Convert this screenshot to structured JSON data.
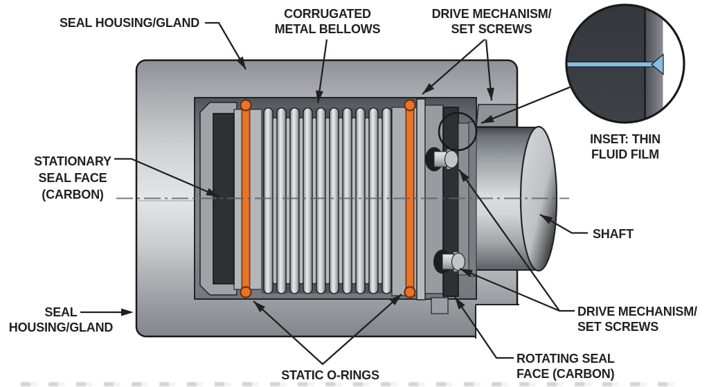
{
  "figure": {
    "type": "technical cross-section diagram",
    "subject": "Metal bellows mechanical seal on a rotating shaft"
  },
  "labels": {
    "seal_housing_top": {
      "text": "SEAL HOUSING/GLAND"
    },
    "corrugated_bellows": {
      "line1": "CORRUGATED",
      "line2": "METAL BELLOWS"
    },
    "drive_top": {
      "line1": "DRIVE MECHANISM/",
      "line2": "SET SCREWS"
    },
    "inset_caption": {
      "line1": "INSET: THIN",
      "line2": "FLUID FILM"
    },
    "stationary_face": {
      "line1": "STATIONARY",
      "line2": "SEAL FACE",
      "line3": "(CARBON)"
    },
    "shaft": {
      "text": "SHAFT"
    },
    "drive_bottom": {
      "line1": "DRIVE MECHANISM/",
      "line2": "SET SCREWS"
    },
    "rotating_face": {
      "line1": "ROTATING SEAL",
      "line2": "FACE (CARBON)"
    },
    "seal_housing_bottom": {
      "line1": "SEAL",
      "line2": "HOUSING/GLAND"
    },
    "static_orings": {
      "text": "STATIC O-RINGS"
    }
  },
  "colors": {
    "oring_orange": "#e8742a",
    "oring_outline": "#7c3a10",
    "fluid_film_blue": "#8abbe0",
    "carbon_dark": "#2e3134",
    "label_ink": "#231f20",
    "housing_gray": "#b9bcbf",
    "cavity_gray": "#7e8286"
  }
}
